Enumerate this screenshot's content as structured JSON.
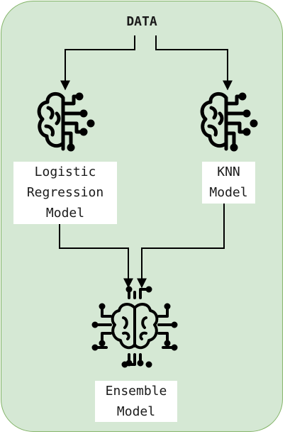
{
  "diagram": {
    "title": "DATA",
    "nodes": {
      "logistic": "Logistic\nRegression\nModel",
      "knn": "KNN\nModel",
      "ensemble": "Ensemble\nModel"
    },
    "icons": {
      "logistic": "brain-circuit-icon",
      "knn": "brain-circuit-icon",
      "ensemble": "brain-chip-icon"
    },
    "colors": {
      "panel_fill": "#d5e8d4",
      "panel_stroke": "#82b366",
      "edge": "#000000"
    }
  }
}
